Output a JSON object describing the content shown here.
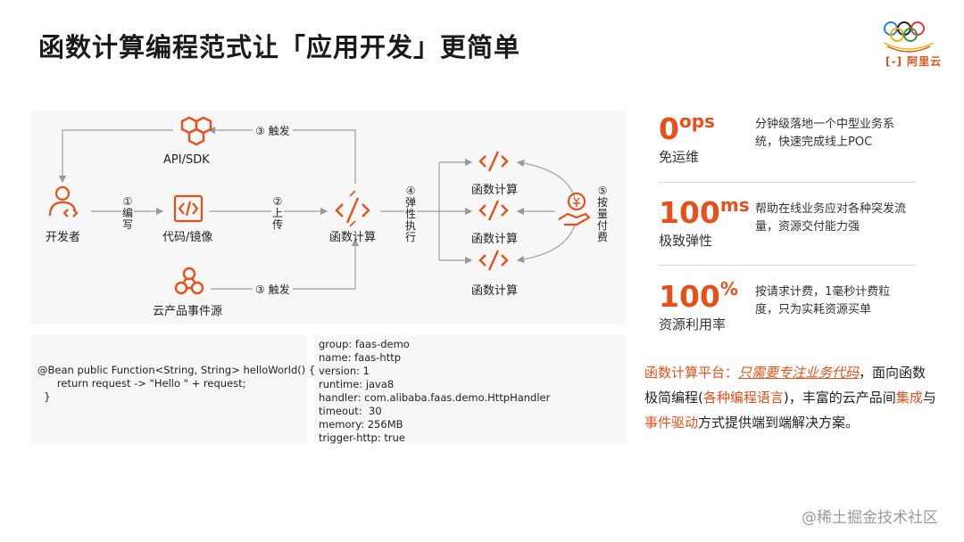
{
  "title": "函数计算编程范式让「应用开发」更简单",
  "logo": {
    "text": "[-] 阿里云",
    "subtext": ""
  },
  "diagram": {
    "nodes": {
      "api": "API/SDK",
      "dev": "开发者",
      "code": "代码/镜像",
      "fc": "函数计算",
      "events": "云产品事件源",
      "fc1": "函数计算",
      "fc2": "函数计算",
      "fc3": "函数计算"
    },
    "edges": {
      "trigger_top": "③ 触发",
      "trigger_bottom": "③ 触发",
      "write": "①编写",
      "upload": "②上传",
      "scale": "④弹性执行",
      "pay": "⑤按量付费"
    }
  },
  "code1": {
    "lines": [
      "@Bean public Function<String, String> helloWorld() {",
      "      return request -> \"Hello \" + request;",
      "  }"
    ]
  },
  "code2": {
    "lines": [
      "group: faas-demo",
      "name: faas-http",
      "version: 1",
      "runtime: java8",
      "handler: com.alibaba.faas.demo.HttpHandler",
      "timeout:  30",
      "memory: 256MB",
      "trigger-http: true"
    ]
  },
  "metrics": [
    {
      "big": "0",
      "sup": "ops",
      "label": "免运维",
      "desc": "分钟级落地一个中型业务系统，快速完成线上POC"
    },
    {
      "big": "100",
      "sup": "ms",
      "label": "极致弹性",
      "desc": "帮助在线业务应对各种突发流量，资源交付能力强"
    },
    {
      "big": "100",
      "sup": "%",
      "label": "资源利用率",
      "desc": "按请求计费，1毫秒计费粒度，只为实耗资源买单"
    }
  ],
  "summary": {
    "p1": "函数计算平台：",
    "p2": "只需要专注业务代码",
    "p3": "，面向函数极简编程(",
    "p4": "各种编程语言",
    "p5": ")，丰富的云产品间",
    "p6": "集成",
    "p7": "与",
    "p8": "事件驱动",
    "p9": "方式提供端到端解决方案。"
  },
  "watermark": "@稀土掘金技术社区",
  "colors": {
    "accent": "#e8501a",
    "panel": "#f7f7f7",
    "line": "#9a9a9a"
  }
}
